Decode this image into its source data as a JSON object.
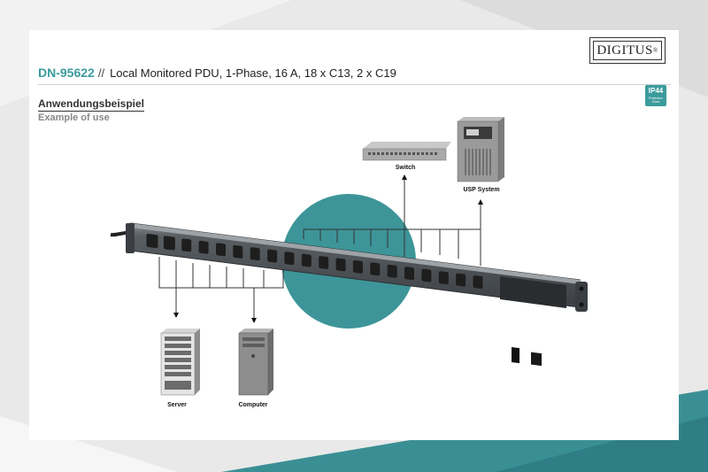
{
  "brand": {
    "logo_text": "DIGITUS",
    "logo_mark": "®"
  },
  "header": {
    "product_code": "DN-95622",
    "separator": "//",
    "description": "Local Monitored PDU, 1-Phase, 16 A, 18 x C13, 2 x C19"
  },
  "badge": {
    "main": "IP44",
    "sub": "Protection Class"
  },
  "section": {
    "title_de": "Anwendungsbeispiel",
    "title_en": "Example of use"
  },
  "devices": {
    "switch": "Switch",
    "ups": "USP System",
    "server": "Server",
    "computer": "Computer"
  },
  "colors": {
    "accent": "#3c9b9c",
    "circle": "#3d9599",
    "pdu_body": "#555a5e",
    "outlet": "#1e1e1e"
  },
  "pdu": {
    "c13_outlets": 18,
    "c19_outlets": 2
  }
}
